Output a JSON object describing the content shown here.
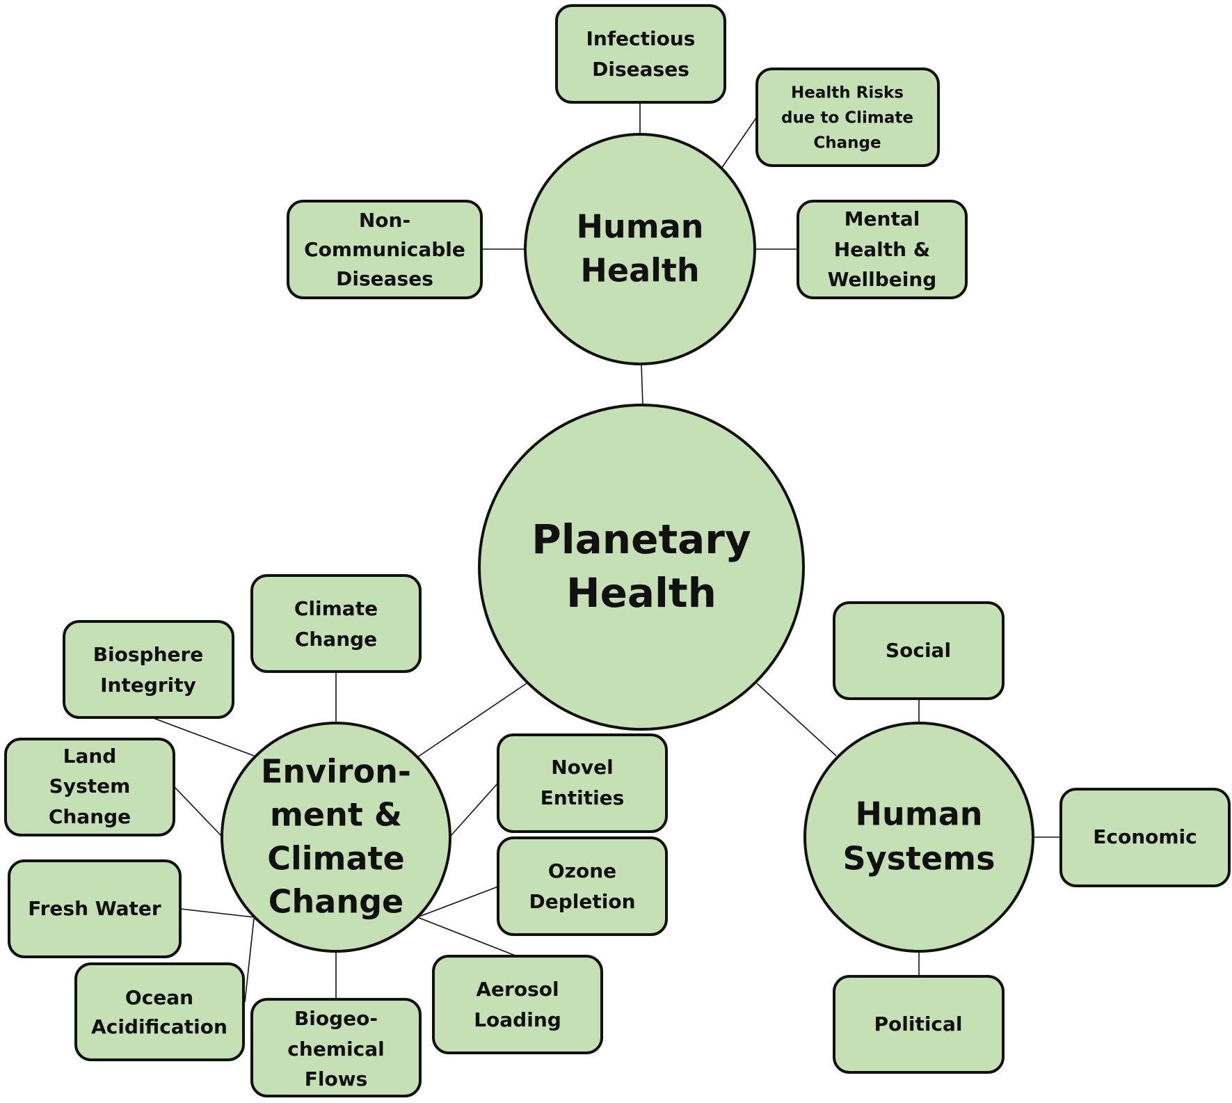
{
  "hubs": {
    "planetary": {
      "label_line1": "Planetary",
      "label_line2": "Health"
    },
    "human_health": {
      "label_line1": "Human",
      "label_line2": "Health"
    },
    "environment": {
      "label_line1": "Environ-",
      "label_line2": "ment &",
      "label_line3": "Climate",
      "label_line4": "Change"
    },
    "human_systems": {
      "label_line1": "Human",
      "label_line2": "Systems"
    }
  },
  "human_health_nodes": {
    "infectious": {
      "line1": "Infectious",
      "line2": "Diseases"
    },
    "climate_risks": {
      "line1": "Health Risks",
      "line2": "due to Climate",
      "line3": "Change"
    },
    "non_communicable": {
      "line1": "Non-",
      "line2": "Communicable",
      "line3": "Diseases"
    },
    "mental": {
      "line1": "Mental",
      "line2": "Health &",
      "line3": "Wellbeing"
    }
  },
  "environment_nodes": {
    "climate_change": {
      "line1": "Climate",
      "line2": "Change"
    },
    "biosphere": {
      "line1": "Biosphere",
      "line2": "Integrity"
    },
    "land_system": {
      "line1": "Land",
      "line2": "System",
      "line3": "Change"
    },
    "fresh_water": {
      "line1": "Fresh Water"
    },
    "ocean": {
      "line1": "Ocean",
      "line2": "Acidification"
    },
    "biogeochemical": {
      "line1": "Biogeo-",
      "line2": "chemical",
      "line3": "Flows"
    },
    "aerosol": {
      "line1": "Aerosol",
      "line2": "Loading"
    },
    "ozone": {
      "line1": "Ozone",
      "line2": "Depletion"
    },
    "novel": {
      "line1": "Novel",
      "line2": "Entities"
    }
  },
  "human_systems_nodes": {
    "social": {
      "line1": "Social"
    },
    "economic": {
      "line1": "Economic"
    },
    "political": {
      "line1": "Political"
    }
  },
  "colors": {
    "node_fill": "#c5e0b4",
    "stroke": "#111111"
  }
}
